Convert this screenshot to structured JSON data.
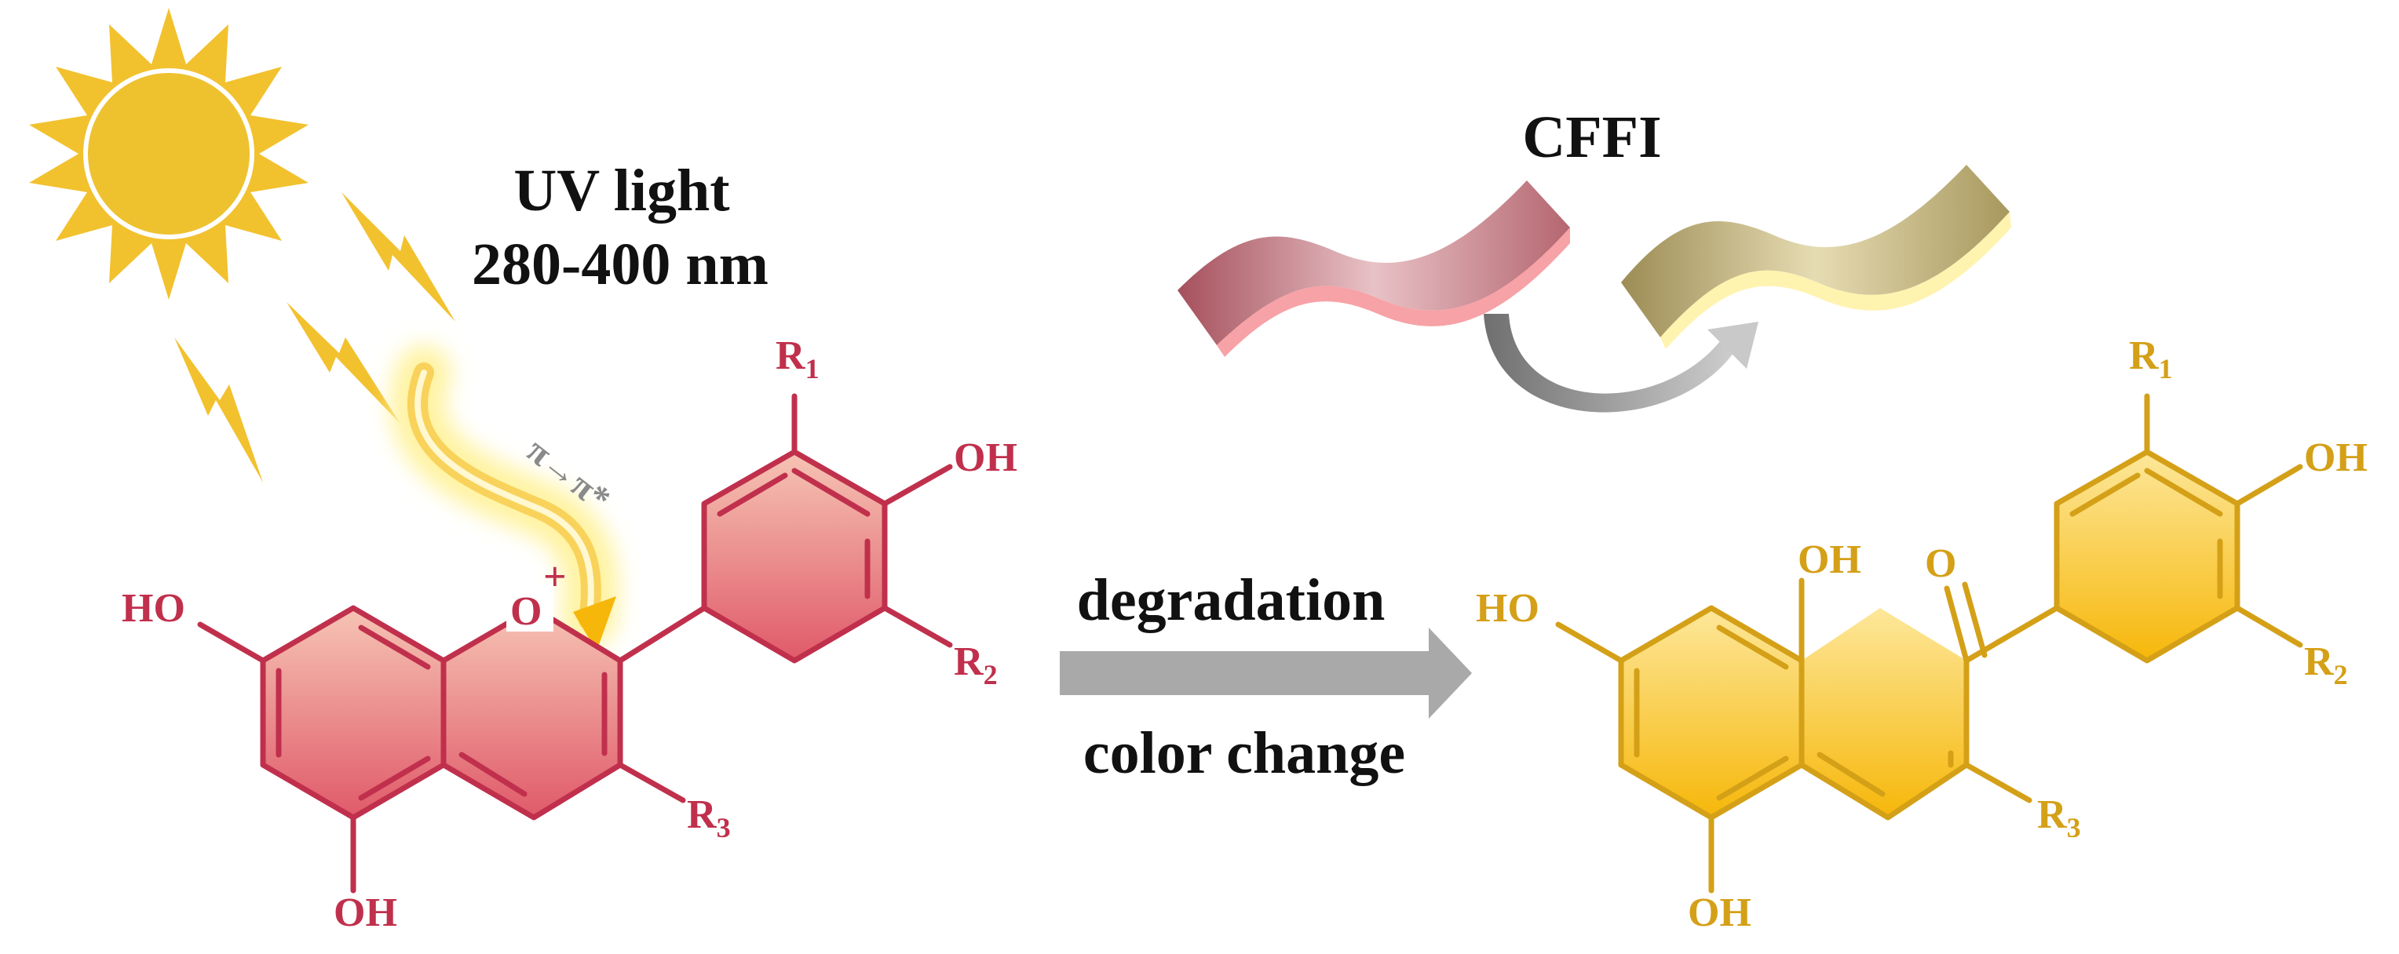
{
  "uv_label_line1": "UV light",
  "uv_label_line2": "280-400 nm",
  "transition_label": "π→π*",
  "cffi_label": "CFFI",
  "arrow_label_top": "degradation",
  "arrow_label_bottom": "color change",
  "left_molecule": {
    "oh_top": "OH",
    "ho_left": "HO",
    "oh_bottom": "OH",
    "ring_oxygen": "O",
    "charge": "+",
    "r1": "R",
    "r1_sub": "1",
    "r2": "R",
    "r2_sub": "2",
    "r3": "R",
    "r3_sub": "3"
  },
  "right_molecule": {
    "oh_top": "OH",
    "ho_left": "HO",
    "oh_bottom": "OH",
    "oh_bridge": "OH",
    "ketone_o": "O",
    "r1": "R",
    "r1_sub": "1",
    "r2": "R",
    "r2_sub": "2",
    "r3": "R",
    "r3_sub": "3"
  },
  "colors": {
    "anthocyanin": "#c0304c",
    "chalcone": "#d4a017",
    "sun": "#f2c12e",
    "arrow": "#a9a9a9"
  }
}
